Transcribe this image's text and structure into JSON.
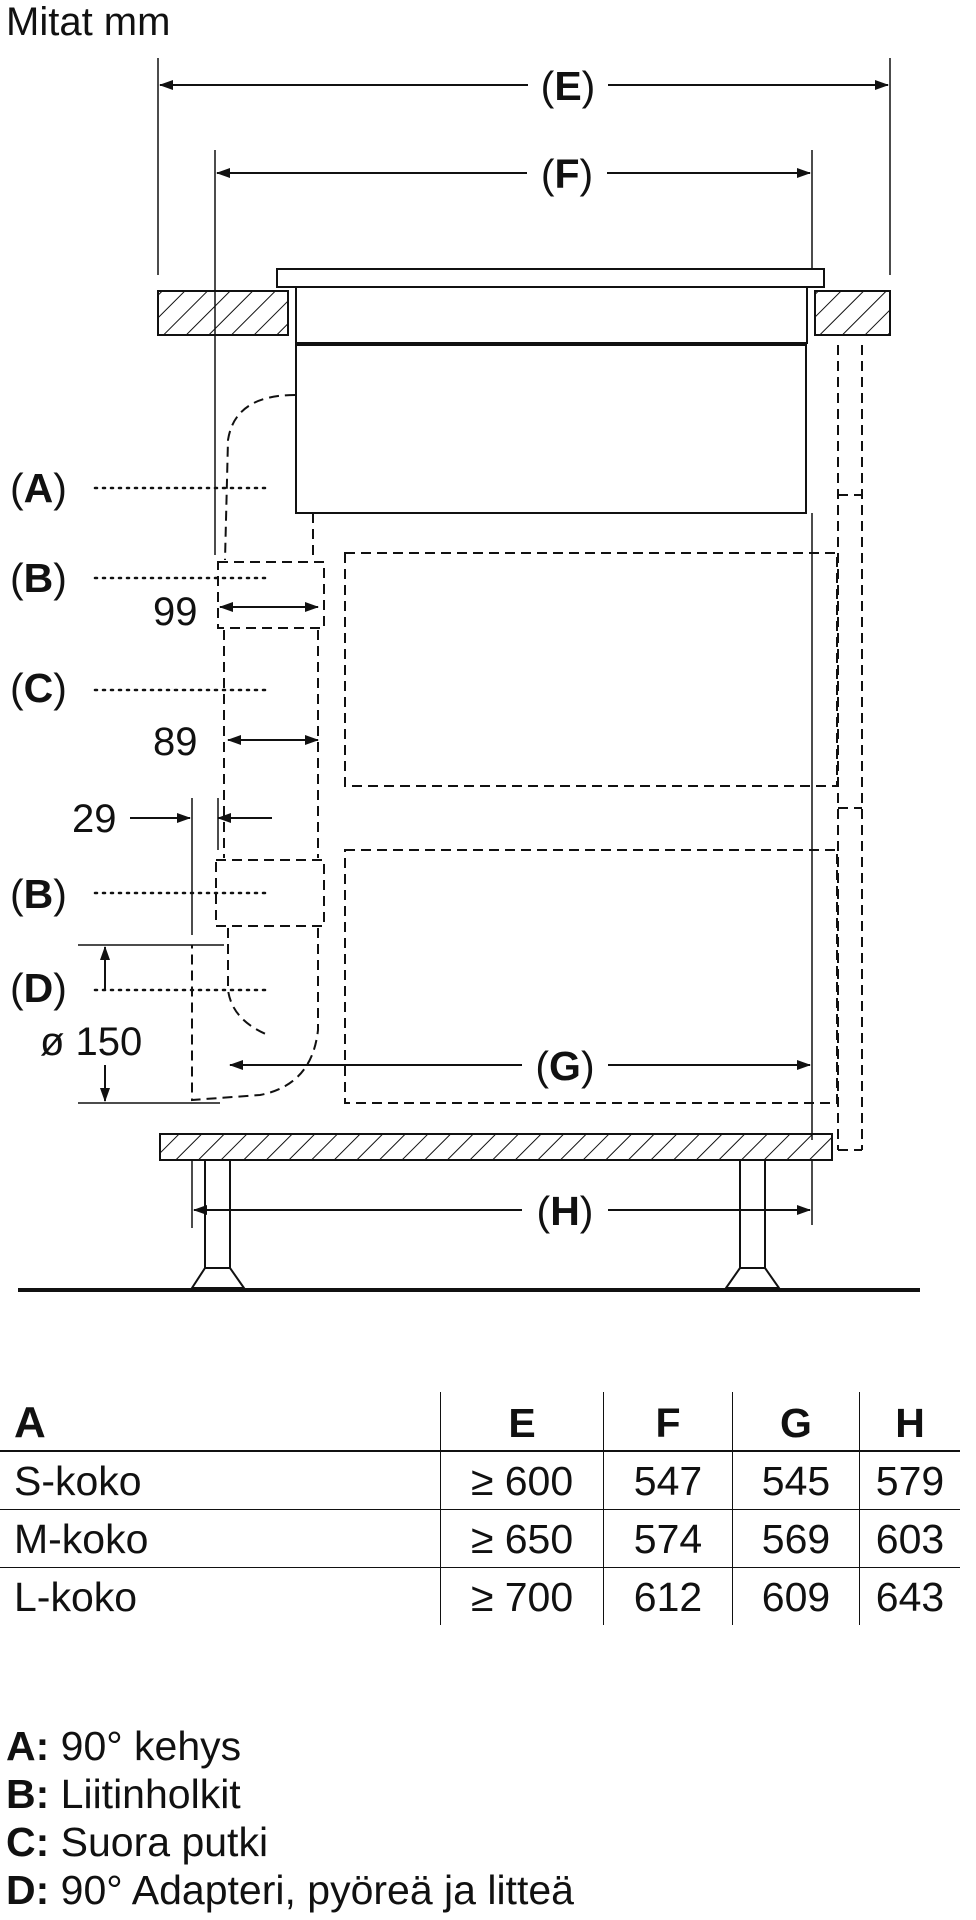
{
  "title": "Mitat mm",
  "diagram": {
    "parts": [
      {
        "open": "(",
        "letter": "A",
        "close": ")"
      },
      {
        "open": "(",
        "letter": "B",
        "close": ")"
      },
      {
        "open": "(",
        "letter": "C",
        "close": ")"
      },
      {
        "open": "(",
        "letter": "B",
        "close": ")"
      },
      {
        "open": "(",
        "letter": "D",
        "close": ")"
      }
    ],
    "dimension_labels": {
      "e": {
        "open": "(",
        "letter": "E",
        "close": ")"
      },
      "f": {
        "open": "(",
        "letter": "F",
        "close": ")"
      },
      "g": {
        "open": "(",
        "letter": "G",
        "close": ")"
      },
      "h": {
        "open": "(",
        "letter": "H",
        "close": ")"
      }
    },
    "measurements": [
      "99",
      "89",
      "29",
      "ø 150"
    ]
  },
  "table": {
    "headers": [
      "A",
      "E",
      "F",
      "G",
      "H"
    ],
    "rows": [
      [
        "S-koko",
        "≥ 600",
        "547",
        "545",
        "579"
      ],
      [
        "M-koko",
        "≥ 650",
        "574",
        "569",
        "603"
      ],
      [
        "L-koko",
        "≥ 700",
        "612",
        "609",
        "643"
      ]
    ]
  },
  "legend": [
    {
      "key": "A:",
      "text": " 90° kehys"
    },
    {
      "key": "B:",
      "text": " Liitinholkit"
    },
    {
      "key": "C:",
      "text": " Suora putki"
    },
    {
      "key": "D:",
      "text": " 90° Adapteri, pyöreä ja litteä"
    }
  ]
}
